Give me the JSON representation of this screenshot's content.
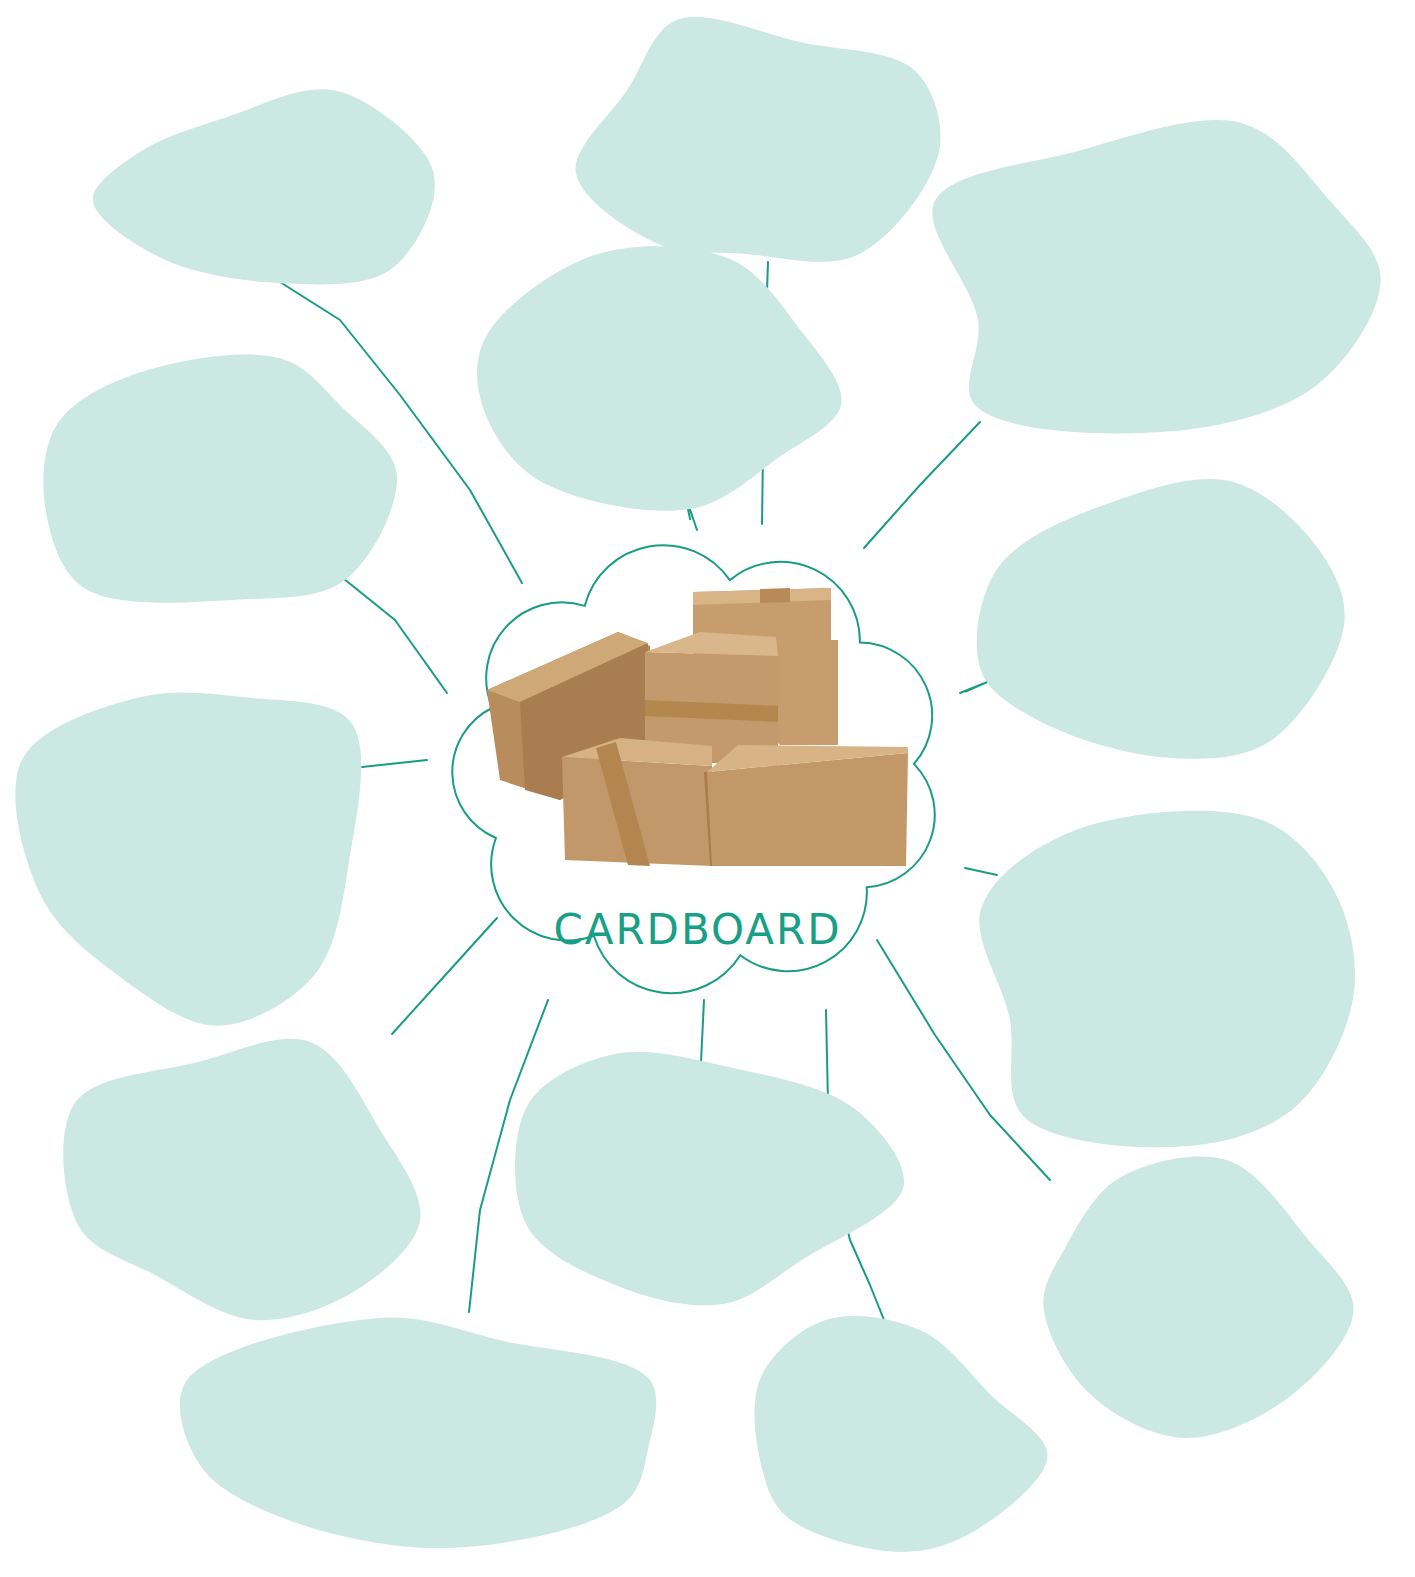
{
  "diagram": {
    "nodes": [
      {
        "text": [
          "CARDBOARD"
        ]
      },
      {
        "text": []
      },
      {
        "text": []
      },
      {
        "text": []
      },
      {
        "text": []
      },
      {
        "text": []
      },
      {
        "text": []
      },
      {
        "text": []
      },
      {
        "text": []
      },
      {
        "text": []
      },
      {
        "text": []
      },
      {
        "text": []
      },
      {
        "text": []
      },
      {
        "text": []
      }
    ],
    "edges": [
      {
        "from": 0,
        "to": 1,
        "arrow": "none"
      },
      {
        "from": 0,
        "to": 2,
        "arrow": "none"
      },
      {
        "from": 0,
        "to": 3,
        "arrow": "none"
      },
      {
        "from": 0,
        "to": 4,
        "arrow": "none"
      },
      {
        "from": 0,
        "to": 5,
        "arrow": "none"
      },
      {
        "from": 0,
        "to": 6,
        "arrow": "none"
      },
      {
        "from": 0,
        "to": 7,
        "arrow": "none"
      },
      {
        "from": 0,
        "to": 8,
        "arrow": "none"
      },
      {
        "from": 0,
        "to": 9,
        "arrow": "none"
      },
      {
        "from": 0,
        "to": 10,
        "arrow": "none"
      },
      {
        "from": 0,
        "to": 11,
        "arrow": "none"
      },
      {
        "from": 0,
        "to": 12,
        "arrow": "none"
      },
      {
        "from": 0,
        "to": 13,
        "arrow": "none"
      }
    ]
  }
}
